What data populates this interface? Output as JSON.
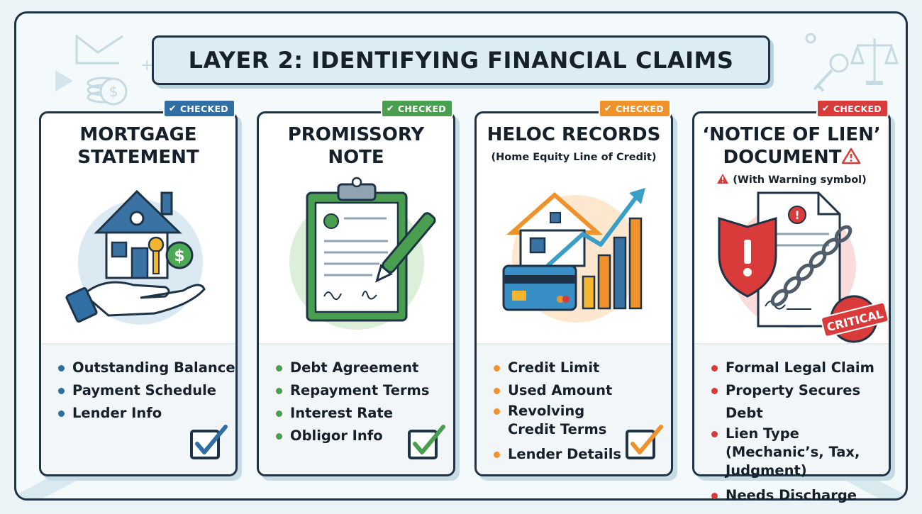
{
  "title": "LAYER 2: IDENTIFYING FINANCIAL CLAIMS",
  "badge_icon": "check-icon",
  "cards": [
    {
      "title_lines": [
        "MORTGAGE",
        "STATEMENT"
      ],
      "subtitle": "",
      "badge": "CHECKED",
      "accent": "#2f6fa3",
      "illustration": "house-in-hand-with-key-and-dollar",
      "items": [
        "Outstanding Balance",
        "Payment Schedule",
        "Lender Info"
      ]
    },
    {
      "title_lines": [
        "PROMISSORY",
        "NOTE"
      ],
      "subtitle": "",
      "badge": "CHECKED",
      "accent": "#4a9e4f",
      "illustration": "clipboard-with-signed-note-and-pen",
      "items": [
        "Debt Agreement",
        "Repayment Terms",
        "Interest Rate",
        "Obligor Info"
      ]
    },
    {
      "title_lines": [
        "HELOC RECORDS"
      ],
      "subtitle": "(Home Equity Line of Credit)",
      "badge": "CHECKED",
      "accent": "#f0922b",
      "illustration": "house-credit-card-rising-bar-chart",
      "items": [
        "Credit Limit",
        "Used Amount",
        "Revolving Credit Terms",
        "Lender Details"
      ]
    },
    {
      "title_lines": [
        "‘NOTICE OF LIEN’",
        "DOCUMENT"
      ],
      "subtitle": "(With Warning symbol)",
      "badge": "CHECKED",
      "accent": "#d93a3a",
      "illustration": "shield-chain-document-critical-stamp",
      "stamp": "CRITICAL",
      "items": [
        "Formal Legal Claim",
        "Property Secures Debt",
        "Lien Type (Mechanic’s, Tax, Judgment)",
        "Needs Discharge"
      ]
    }
  ]
}
